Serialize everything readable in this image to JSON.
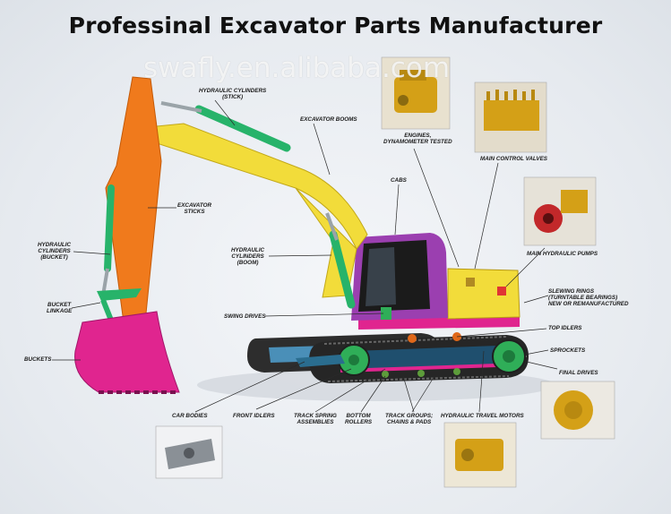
{
  "title": "Professinal Excavator Parts Manufacturer",
  "watermark": "swafly.en.alibaba.com",
  "colors": {
    "arm": "#f07a1c",
    "cylinder": "#27b36a",
    "boom": "#f2dc3a",
    "cab": "#9b3fb0",
    "bucket": "#e0258f",
    "track": "#3a3a3a",
    "part_gold": "#d4a017"
  },
  "labels": {
    "hydraulic_cylinders_stick": [
      "HYDRAULIC CYLINDERS",
      "(STICK)"
    ],
    "excavator_booms": [
      "EXCAVATOR BOOMS"
    ],
    "engines": [
      "ENGINES,",
      "DYNAMOMETER TESTED"
    ],
    "main_control_valves": [
      "MAIN CONTROL VALVES"
    ],
    "cabs": [
      "CABS"
    ],
    "excavator_sticks": [
      "EXCAVATOR",
      "STICKS"
    ],
    "hydraulic_cylinders_bucket": [
      "HYDRAULIC",
      "CYLINDERS",
      "(BUCKET)"
    ],
    "hydraulic_cylinders_boom": [
      "HYDRAULIC",
      "CYLINDERS",
      "(BOOM)"
    ],
    "main_hydraulic_pumps": [
      "MAIN HYDRAULIC PUMPS"
    ],
    "slewing_rings": [
      "SLEWING RINGS",
      "(TURNTABLE BEARINGS)",
      "NEW OR REMANUFACTURED"
    ],
    "bucket_linkage": [
      "BUCKET",
      "LINKAGE"
    ],
    "swing_drives": [
      "SWING DRIVES"
    ],
    "top_idlers": [
      "TOP IDLERS"
    ],
    "sprockets": [
      "SPROCKETS"
    ],
    "buckets": [
      "BUCKETS"
    ],
    "final_drives": [
      "FINAL DRIVES"
    ],
    "car_bodies": [
      "CAR BODIES"
    ],
    "front_idlers": [
      "FRONT IDLERS"
    ],
    "track_spring": [
      "TRACK SPRING",
      "ASSEMBLIES"
    ],
    "bottom_rollers": [
      "BOTTOM",
      "ROLLERS"
    ],
    "track_groups": [
      "TRACK GROUPS;",
      "CHAINS & PADS"
    ],
    "hydraulic_travel_motors": [
      "HYDRAULIC TRAVEL MOTORS"
    ]
  }
}
